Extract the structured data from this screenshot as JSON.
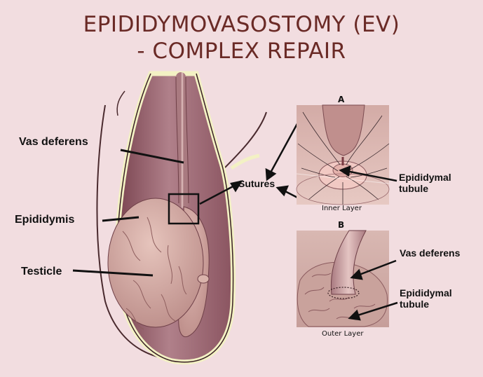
{
  "title": {
    "line1": "EPIDIDYMOVASOSTOMY (EV)",
    "line2": "- COMPLEX REPAIR"
  },
  "labels": {
    "vas_deferens": "Vas deferens",
    "epididymis": "Epididymis",
    "testicle": "Testicle",
    "sutures": "Sutures"
  },
  "panel_a": {
    "letter": "A",
    "caption": "Inner Layer",
    "label_line1": "Epididymal",
    "label_line2": "tubule"
  },
  "panel_b": {
    "letter": "B",
    "caption": "Outer Layer",
    "vas_label": "Vas deferens",
    "label_line1": "Epididymal",
    "label_line2": "tubule"
  },
  "colors": {
    "background": "#f2dde0",
    "title": "#6a2a26",
    "sac_fill": "#9c6670",
    "sac_outline": "#f4f4c8",
    "testicle": "#d3a8a0",
    "arrow": "#111111"
  }
}
